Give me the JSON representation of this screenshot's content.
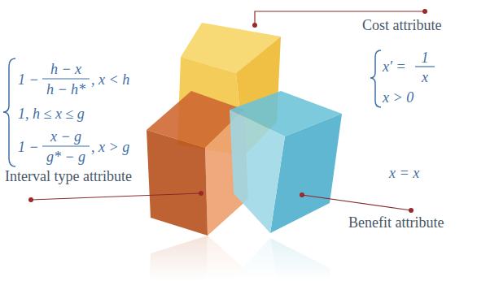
{
  "diagram": {
    "labels": [
      "Cost attribute",
      "x′ =",
      "1",
      "x",
      "x > 0",
      "1 −",
      "h − x",
      "h − h*",
      ", x < h",
      "1, h ≤ x ≤ g",
      "1 −",
      "x − g",
      "g* − g",
      ", x > g",
      "Interval type attribute",
      "x = x",
      "Benefit attribute"
    ]
  }
}
